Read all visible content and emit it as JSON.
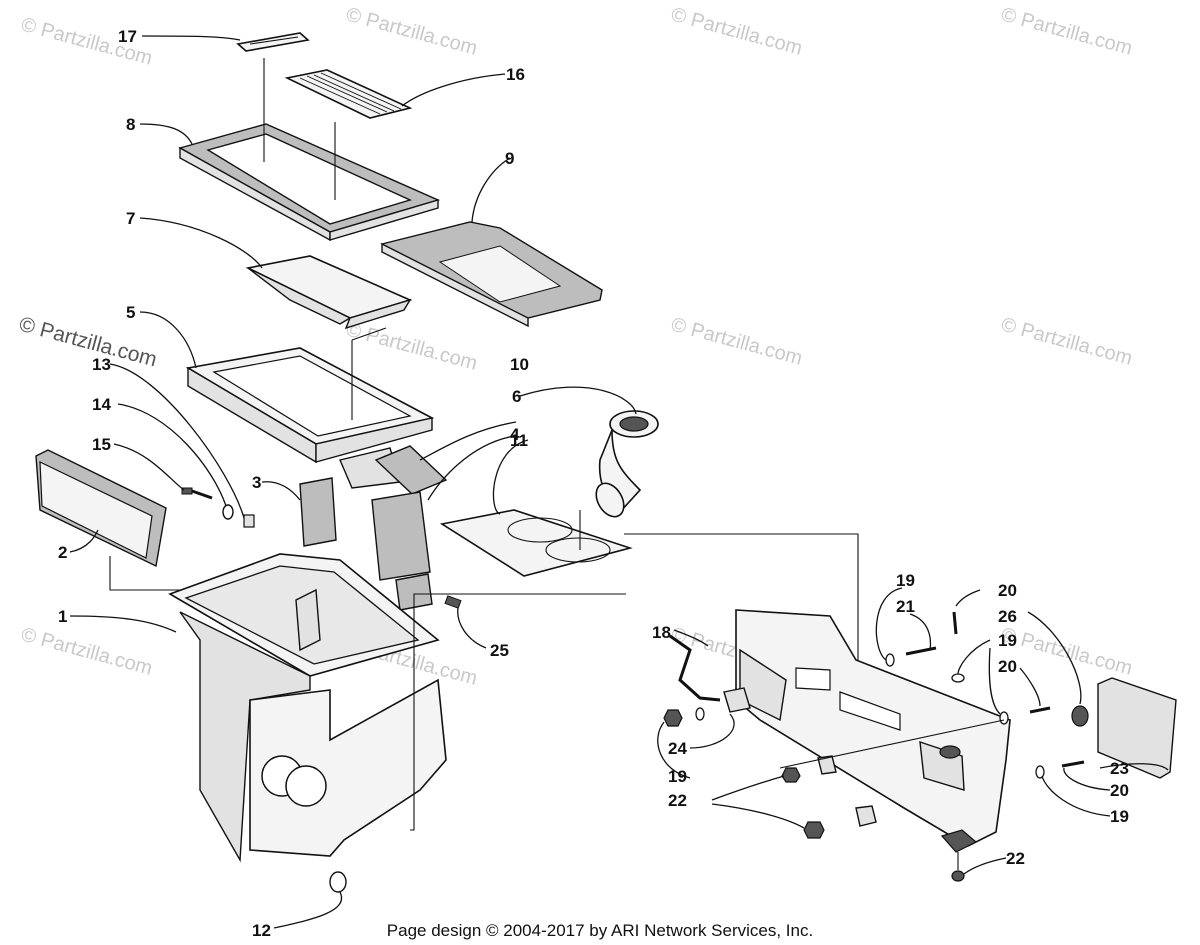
{
  "watermark": {
    "text": "© Partzilla.com",
    "prominent_text": "© Partzilla.com"
  },
  "callouts": [
    {
      "id": "c1",
      "text": "1"
    },
    {
      "id": "c2",
      "text": "2"
    },
    {
      "id": "c3",
      "text": "3"
    },
    {
      "id": "c4",
      "text": "4"
    },
    {
      "id": "c5",
      "text": "5"
    },
    {
      "id": "c6",
      "text": "6"
    },
    {
      "id": "c7",
      "text": "7"
    },
    {
      "id": "c8",
      "text": "8"
    },
    {
      "id": "c9",
      "text": "9"
    },
    {
      "id": "c10",
      "text": "10"
    },
    {
      "id": "c11",
      "text": "11"
    },
    {
      "id": "c12",
      "text": "12"
    },
    {
      "id": "c13",
      "text": "13"
    },
    {
      "id": "c14",
      "text": "14"
    },
    {
      "id": "c15",
      "text": "15"
    },
    {
      "id": "c16",
      "text": "16"
    },
    {
      "id": "c17",
      "text": "17"
    },
    {
      "id": "c18",
      "text": "18"
    },
    {
      "id": "c19a",
      "text": "19"
    },
    {
      "id": "c19b",
      "text": "19"
    },
    {
      "id": "c19c",
      "text": "19"
    },
    {
      "id": "c19d",
      "text": "19"
    },
    {
      "id": "c20a",
      "text": "20"
    },
    {
      "id": "c20b",
      "text": "20"
    },
    {
      "id": "c20c",
      "text": "20"
    },
    {
      "id": "c21",
      "text": "21"
    },
    {
      "id": "c22a",
      "text": "22"
    },
    {
      "id": "c22b",
      "text": "22"
    },
    {
      "id": "c23",
      "text": "23"
    },
    {
      "id": "c24",
      "text": "24"
    },
    {
      "id": "c25",
      "text": "25"
    },
    {
      "id": "c26",
      "text": "26"
    }
  ],
  "footer": {
    "text": "Page design © 2004-2017 by ARI Network Services, Inc."
  }
}
